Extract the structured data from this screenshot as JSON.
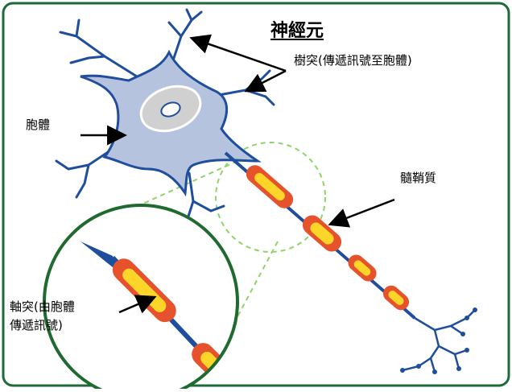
{
  "diagram": {
    "title": "神經元",
    "labels": {
      "dendrite": "樹突(傳遞訊號至胞體)",
      "cell_body": "胞體",
      "myelin": "髓鞘質",
      "axon_line1": "軸突(由胞體",
      "axon_line2": "傳遞訊號)"
    }
  },
  "colors": {
    "frame": "#1e6b3a",
    "membrane": "#1f4e9c",
    "cytoplasm": "#b5c3df",
    "nucleus": "#d0d0d0",
    "myelin_outer": "#e6522c",
    "myelin_inner": "#fbd528",
    "zoom_circle": "#1f6b2f",
    "guide_dash": "#8fd36b"
  }
}
